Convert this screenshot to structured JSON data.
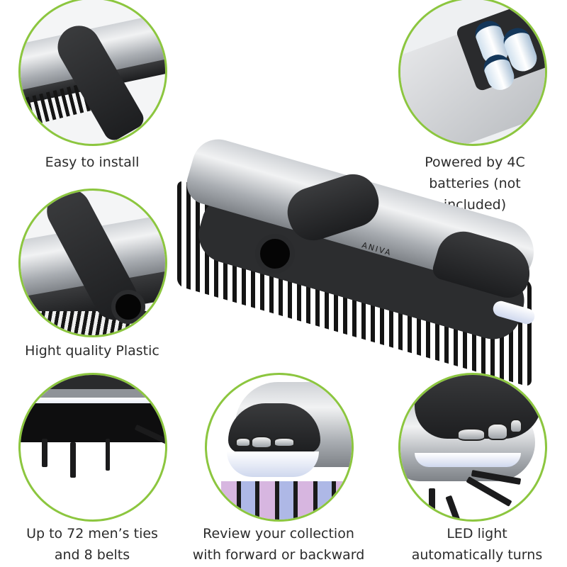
{
  "features": [
    {
      "id": "install",
      "caption_lines": [
        "Easy to install"
      ],
      "image_desc": "black hose adapter connector on silver bar with brush teeth"
    },
    {
      "id": "batteries",
      "caption_lines": [
        "Powered by 4C",
        "batteries (not",
        "included)"
      ],
      "image_desc": "battery compartment with four C batteries"
    },
    {
      "id": "plastic",
      "caption_lines": [
        "Hight quality Plastic"
      ],
      "image_desc": "close-up of black T-connector over silver bar"
    },
    {
      "id": "capacity",
      "caption_lines": [
        "Up to 72 men’s ties",
        "and 8 belts"
      ],
      "image_desc": "underside of rotating rack with black hanger fins and LED ring"
    },
    {
      "id": "review",
      "caption_lines": [
        "Review your collection",
        "with forward or backward"
      ],
      "image_desc": "front control buttons with ties hanging underneath"
    },
    {
      "id": "led",
      "caption_lines": [
        "LED light",
        "automatically turns"
      ],
      "image_desc": "front end with buttons and LED light above rotating fins"
    }
  ],
  "product": {
    "brand_logo": "ANIVA",
    "description": "motorized tie and belt rack with silver body, black hose connectors and radial black fins"
  },
  "colors": {
    "circle_border": "#8cc63f",
    "caption_text": "#2b2b2b",
    "background": "#ffffff"
  }
}
